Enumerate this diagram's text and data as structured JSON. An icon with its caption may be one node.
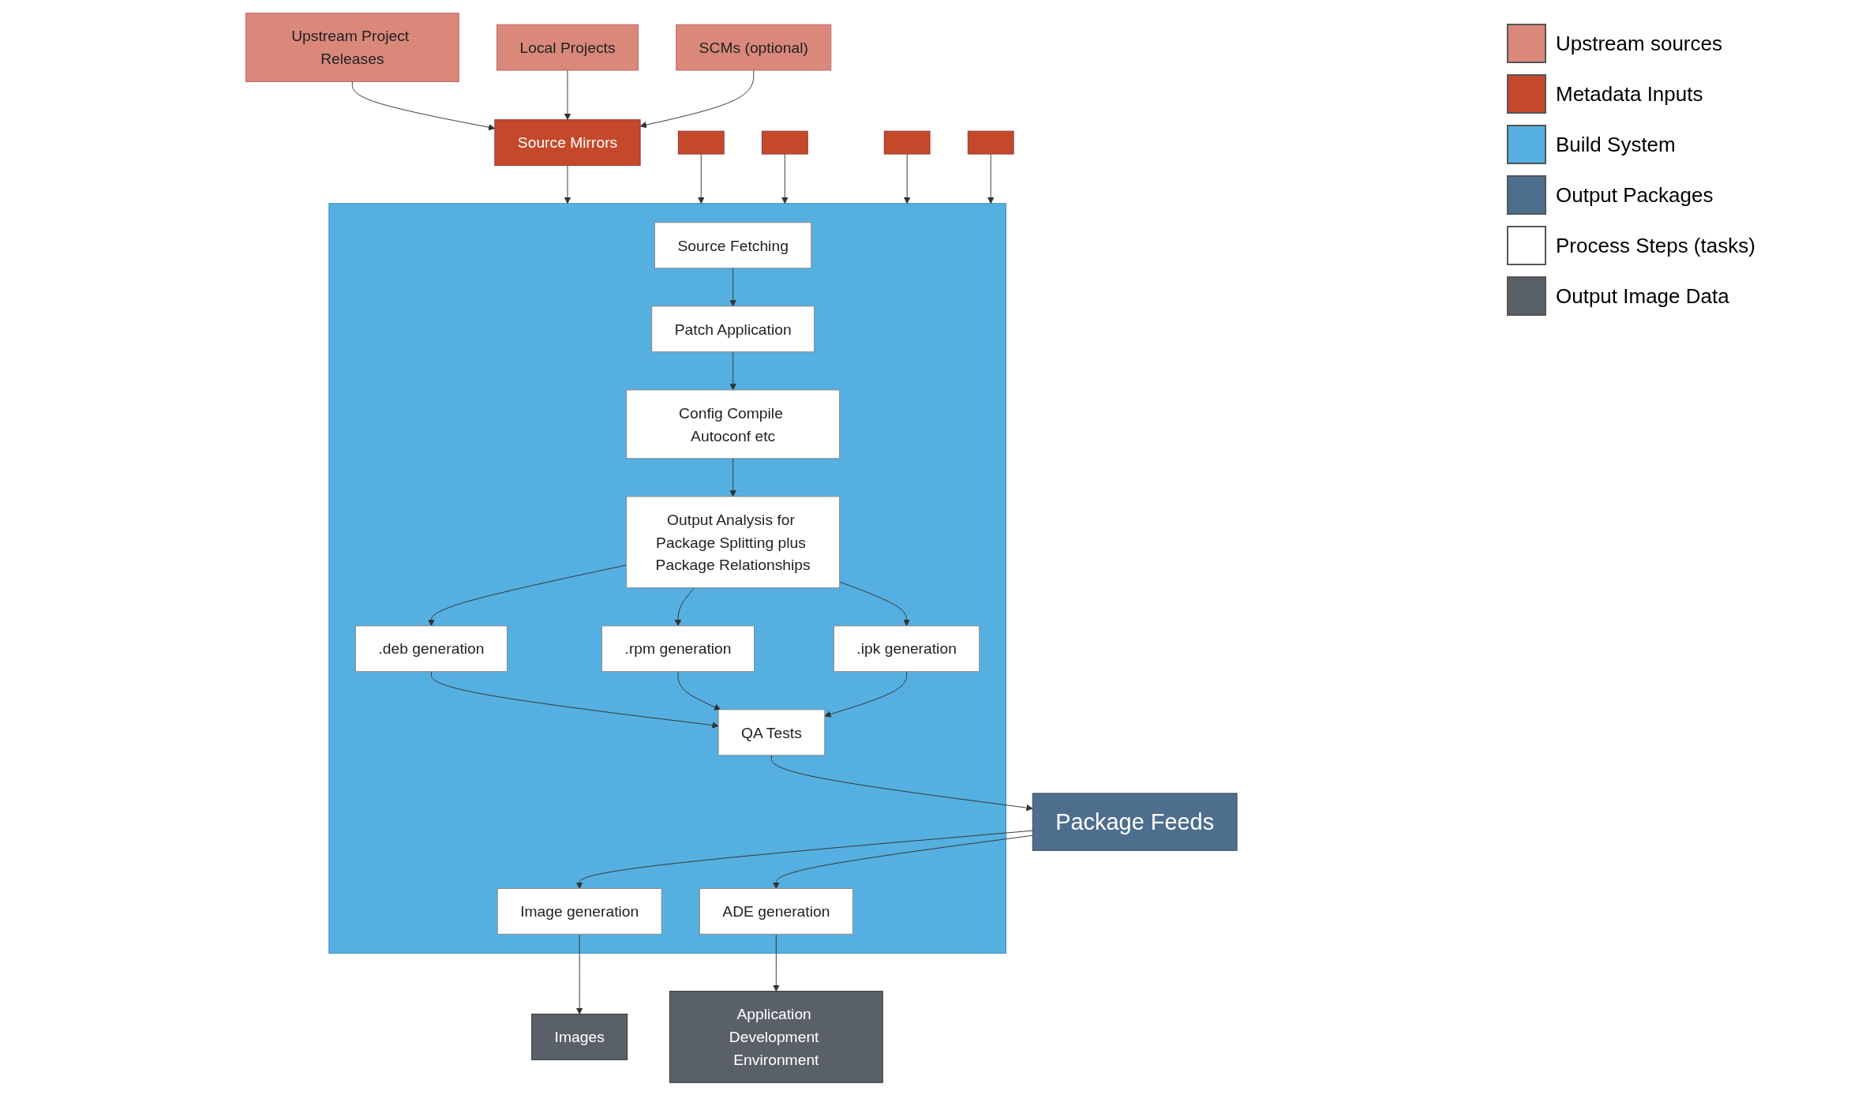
{
  "diagram": {
    "nodes": [
      {
        "text": [
          "Upstream Project Releases"
        ]
      },
      {
        "text": [
          "Local Projects"
        ]
      },
      {
        "text": [
          "SCMs (optional)"
        ]
      },
      {
        "text": [
          "Source Mirrors"
        ]
      },
      {
        "text": [],
        "shape": "box"
      },
      {
        "text": [],
        "shape": "box"
      },
      {
        "text": [],
        "shape": "box"
      },
      {
        "text": [],
        "shape": "box"
      },
      {
        "text": [],
        "shape": "box"
      },
      {
        "text": [
          "Source Fetching"
        ],
        "in": 8
      },
      {
        "text": [
          "Patch Application"
        ],
        "in": 8
      },
      {
        "text": [
          "Config Compile Autoconf etc"
        ],
        "in": 8
      },
      {
        "text": [
          "Output Analysis for Package Splitting plus Package Relationships"
        ],
        "in": 8
      },
      {
        "text": [
          ".deb generation"
        ],
        "in": 8
      },
      {
        "text": [
          ".rpm generation"
        ],
        "in": 8
      },
      {
        "text": [
          ".ipk generation"
        ],
        "in": 8
      },
      {
        "text": [
          "QA Tests"
        ],
        "in": 8
      },
      {
        "text": [
          "Package Feeds"
        ]
      },
      {
        "text": [
          "Image generation"
        ],
        "in": 8
      },
      {
        "text": [
          "ADE generation"
        ],
        "in": 8
      },
      {
        "text": [
          "Images"
        ]
      },
      {
        "text": [
          "Application Development Environment"
        ]
      }
    ],
    "edges": [
      {
        "from": 0,
        "to": 3,
        "arrow": "to"
      },
      {
        "from": 1,
        "to": 3,
        "arrow": "to"
      },
      {
        "from": 2,
        "to": 3,
        "arrow": "to"
      },
      {
        "from": 3,
        "to": 8,
        "arrow": "to"
      },
      {
        "from": 4,
        "to": 8,
        "arrow": "to"
      },
      {
        "from": 5,
        "to": 8,
        "arrow": "to"
      },
      {
        "from": 6,
        "to": 8,
        "arrow": "to"
      },
      {
        "from": 7,
        "to": 8,
        "arrow": "to"
      },
      {
        "from": 9,
        "to": 10,
        "arrow": "to"
      },
      {
        "from": 10,
        "to": 11,
        "arrow": "to"
      },
      {
        "from": 11,
        "to": 12,
        "arrow": "to"
      },
      {
        "from": 12,
        "to": 13,
        "arrow": "to"
      },
      {
        "from": 12,
        "to": 14,
        "arrow": "to"
      },
      {
        "from": 12,
        "to": 15,
        "arrow": "to"
      },
      {
        "from": 13,
        "to": 16,
        "arrow": "to"
      },
      {
        "from": 14,
        "to": 16,
        "arrow": "to"
      },
      {
        "from": 15,
        "to": 16,
        "arrow": "to"
      },
      {
        "from": 16,
        "to": 17,
        "arrow": "to"
      },
      {
        "from": 17,
        "to": 18,
        "arrow": "to"
      },
      {
        "from": 17,
        "to": 19,
        "arrow": "to"
      },
      {
        "from": 18,
        "to": 20,
        "arrow": "to"
      },
      {
        "from": 19,
        "to": 21,
        "arrow": "to"
      }
    ],
    "legend": [
      {
        "text": "Upstream sources",
        "color": "#d9887a"
      },
      {
        "text": "Metadata Inputs",
        "color": "#c4492b"
      },
      {
        "text": "Build System",
        "color": "#55afe0"
      },
      {
        "text": "Output Packages",
        "color": "#4e6e8e"
      },
      {
        "text": "Process Steps (tasks)",
        "color": "#ffffff"
      },
      {
        "text": "Output Image Data",
        "color": "#5a6068"
      }
    ]
  }
}
